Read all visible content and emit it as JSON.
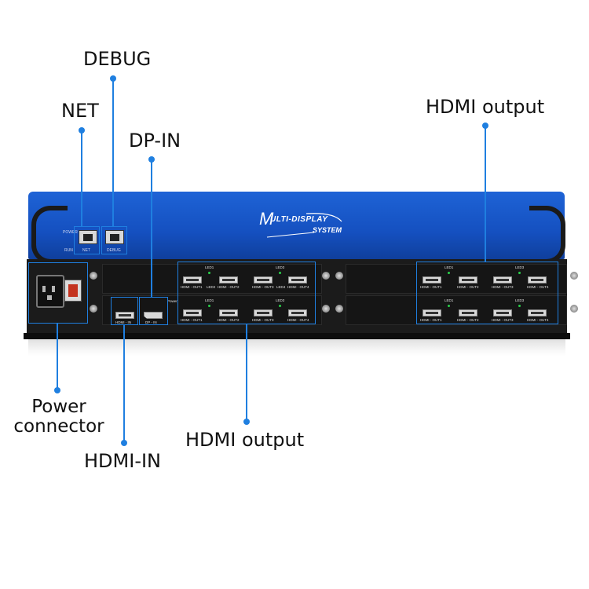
{
  "labels": {
    "debug": "DEBUG",
    "net": "NET",
    "dp_in": "DP-IN",
    "hdmi_output_top": "HDMI output",
    "power_connector": "Power\nconnector",
    "hdmi_in": "HDMI-IN",
    "hdmi_output_bottom": "HDMI output"
  },
  "device": {
    "logo_line1": "ULTI-DISPLAY",
    "logo_line2": "SYSTEM",
    "logo_m": "M",
    "port_net": "NET",
    "port_debug": "DEBUG",
    "power_tiny": "POWER",
    "run_tiny": "RUN",
    "hdmi_in_port": "HDMI - IN",
    "dp_in_port": "DP - IN",
    "power_side": "Power",
    "led_labels": [
      "LED1",
      "LED2",
      "LED3",
      "LED4"
    ],
    "out_labels": [
      "HDMI - OUT1",
      "HDMI - OUT2",
      "HDMI - OUT3",
      "HDMI - OUT4"
    ]
  },
  "colors": {
    "accent": "#1f7fe0",
    "panel_blue": "#1550c0",
    "chassis": "#1b1b1b"
  }
}
